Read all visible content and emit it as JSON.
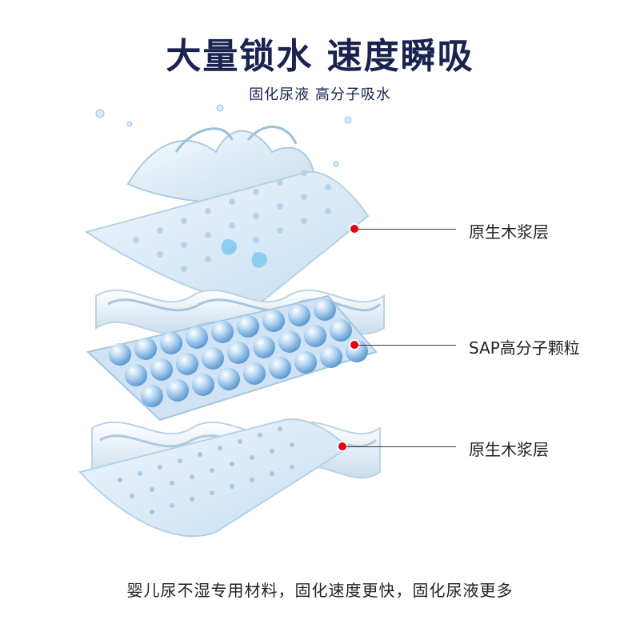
{
  "header": {
    "title": "大量锁水 速度瞬吸",
    "subtitle": "固化尿液 高分子吸水"
  },
  "callouts": [
    {
      "label": "原生木浆层"
    },
    {
      "label": "SAP高分子颗粒"
    },
    {
      "label": "原生木浆层"
    }
  ],
  "footer": {
    "text": "婴儿尿不湿专用材料，固化速度更快，固化尿液更多"
  },
  "colors": {
    "title": "#1a2350",
    "marker": "#e60012",
    "layer_blue": "#cfe3f4",
    "sphere_blue": "#7fb6e6"
  }
}
